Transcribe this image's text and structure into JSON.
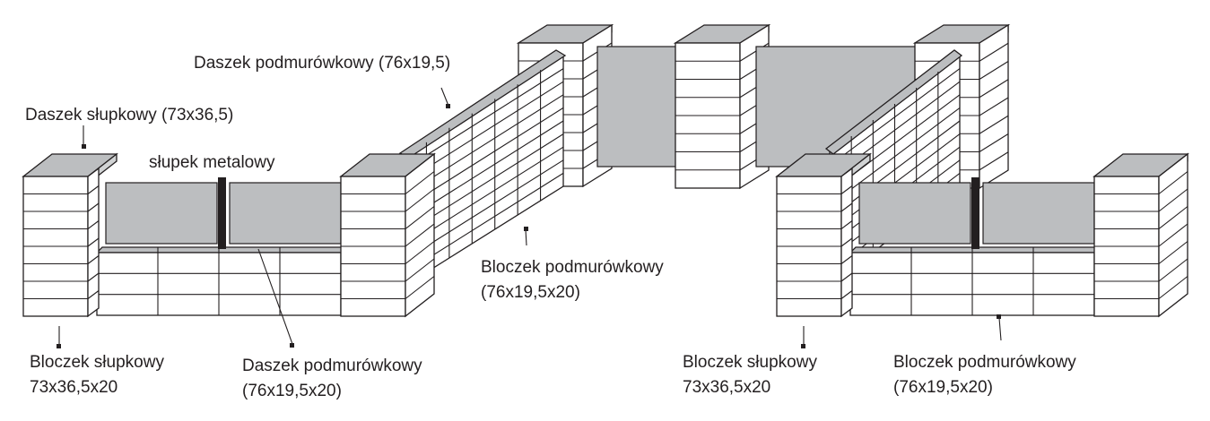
{
  "labels": {
    "daszek_podmur_top": "Daszek podmurówkowy (76x19,5)",
    "daszek_slupkowy": "Daszek słupkowy (73x36,5)",
    "slupek_metalowy": "słupek metalowy",
    "bloczek_podmur_mid_1": "Bloczek podmurówkowy",
    "bloczek_podmur_mid_2": "(76x19,5x20)",
    "bloczek_slupkowy_left_1": "Bloczek słupkowy",
    "bloczek_slupkowy_left_2": "73x36,5x20",
    "daszek_podmur_bottom_1": "Daszek podmurówkowy",
    "daszek_podmur_bottom_2": "(76x19,5x20)",
    "bloczek_slupkowy_right_1": "Bloczek słupkowy",
    "bloczek_slupkowy_right_2": "73x36,5x20",
    "bloczek_podmur_right_1": "Bloczek podmurówkowy",
    "bloczek_podmur_right_2": "(76x19,5x20)"
  },
  "colors": {
    "outline": "#231f20",
    "cap_fill": "#bcbec0",
    "panel_fill": "#bcbec0",
    "brick_fill": "#ffffff"
  }
}
